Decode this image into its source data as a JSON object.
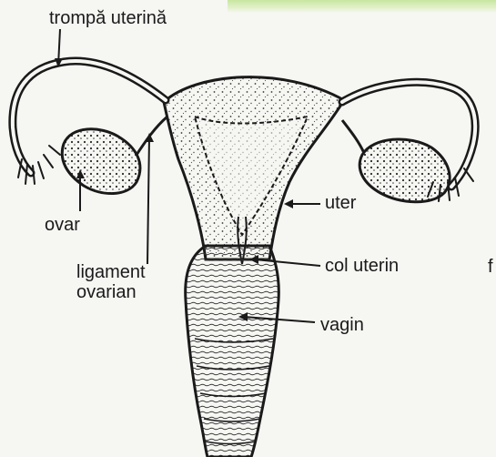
{
  "labels": {
    "fallopian_tube": "trompă uterină",
    "ovary": "ovar",
    "ligament_line1": "ligament",
    "ligament_line2": "ovarian",
    "uterus": "uter",
    "cervix": "col uterin",
    "vagina": "vagin",
    "edge_fragment": "f"
  },
  "colors": {
    "ink": "#1a1a1a",
    "paper": "#f6f6f3",
    "highlight": "#c8e6a0"
  }
}
